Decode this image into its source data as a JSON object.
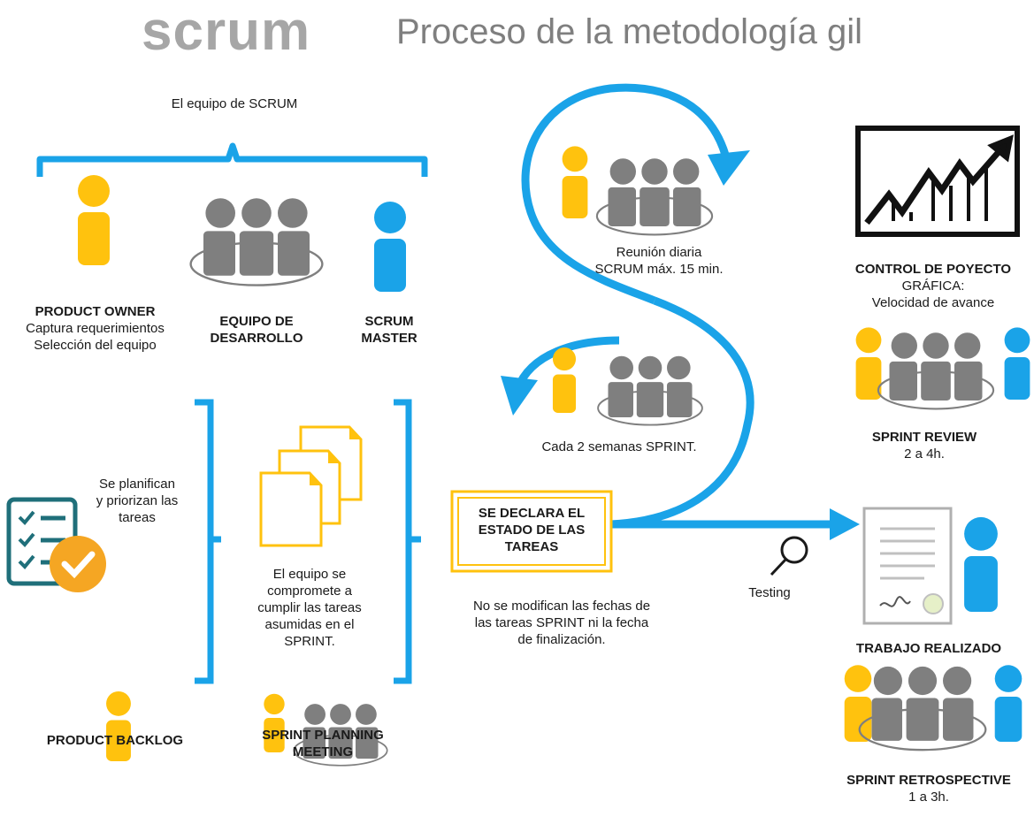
{
  "title": {
    "main": "scrum",
    "sub": "Proceso de la metodología  gil"
  },
  "team": {
    "heading": "El equipo de SCRUM",
    "product_owner": {
      "name": "PRODUCT OWNER",
      "line1": "Captura requerimientos",
      "line2": "Selección del equipo"
    },
    "dev_team": {
      "line1": "EQUIPO DE",
      "line2": "DESARROLLO"
    },
    "scrum_master": {
      "line1": "SCRUM",
      "line2": "MASTER"
    }
  },
  "planning": {
    "planned": {
      "line1": "Se planifican",
      "line2": "y priorizan las",
      "line3": "tareas"
    },
    "commit": {
      "line1": "El equipo se",
      "line2": "compromete a",
      "line3": "cumplir las tareas",
      "line4": "asumidas en el",
      "line5": "SPRINT."
    },
    "backlog_label": "PRODUCT BACKLOG",
    "meeting": {
      "line1": "SPRINT PLANNING",
      "line2": "MEETING"
    }
  },
  "cycle": {
    "daily": {
      "line1": "Reunión diaria",
      "line2": "SCRUM máx. 15 min."
    },
    "sprint": "Cada 2 semanas SPRINT.",
    "declare": {
      "line1": "SE DECLARA EL",
      "line2": "ESTADO DE LAS",
      "line3": "TAREAS"
    },
    "note": {
      "line1": "No se modifican las fechas de",
      "line2": "las tareas SPRINT ni la fecha",
      "line3": "de finalización."
    },
    "testing": "Testing"
  },
  "right": {
    "control": {
      "title": "CONTROL DE POYECTO",
      "line1": "GRÁFICA:",
      "line2": "Velocidad de avance"
    },
    "review": {
      "title": "SPRINT REVIEW",
      "duration": "2 a 4h."
    },
    "done": "TRABAJO REALIZADO",
    "retro": {
      "title": "SPRINT RETROSPECTIVE",
      "duration": "1 a 3h."
    }
  },
  "colors": {
    "blue": "#1aa3e8",
    "yellow": "#ffc20e",
    "gray": "#7f7f7f",
    "teal": "#1f6f7a",
    "orange": "#f5a623"
  }
}
